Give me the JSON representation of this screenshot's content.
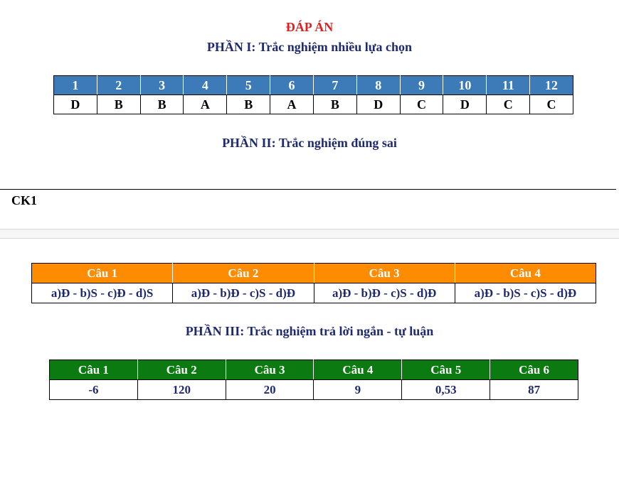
{
  "title": "ĐÁP ÁN",
  "part1": {
    "heading": "PHẦN I: Trắc nghiệm nhiều lựa chọn",
    "numbers": [
      "1",
      "2",
      "3",
      "4",
      "5",
      "6",
      "7",
      "8",
      "9",
      "10",
      "11",
      "12"
    ],
    "answers": [
      "D",
      "B",
      "B",
      "A",
      "B",
      "A",
      "B",
      "D",
      "C",
      "D",
      "C",
      "C"
    ],
    "header_color": "#3d7ab8"
  },
  "part2": {
    "heading": "PHẦN II: Trắc nghiệm đúng sai",
    "label": "CK1",
    "questions": [
      "Câu 1",
      "Câu 2",
      "Câu 3",
      "Câu 4"
    ],
    "answers": [
      "a)Đ - b)S - c)Đ - d)S",
      "a)Đ - b)Đ - c)S - d)Đ",
      "a)Đ - b)Đ - c)S - d)Đ",
      "a)Đ - b)S - c)S - d)Đ"
    ],
    "header_color": "#ff8c00"
  },
  "part3": {
    "heading": "PHẦN III: Trắc nghiệm trả lời ngắn - tự luận",
    "questions": [
      "Câu 1",
      "Câu 2",
      "Câu 3",
      "Câu 4",
      "Câu 5",
      "Câu 6"
    ],
    "answers": [
      "-6",
      "120",
      "20",
      "9",
      "0,53",
      "87"
    ],
    "header_color": "#0b7a10"
  }
}
